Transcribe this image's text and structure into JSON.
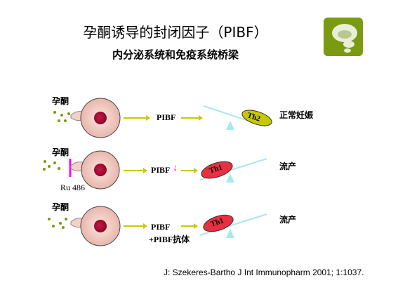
{
  "title": "孕酮诱导的封闭因子（PIBF）",
  "subtitle": "内分泌系统和免疫系统桥梁",
  "rows": [
    {
      "hormone": "孕酮",
      "factor": "PIBF",
      "cell": "Th2",
      "outcome": "正常妊娠"
    },
    {
      "hormone": "孕酮",
      "blocker": "Ru 486",
      "factor": "PIBF",
      "factor_arrow": "↓",
      "cell": "Th1",
      "outcome": "流产"
    },
    {
      "hormone": "孕酮",
      "factor": "PIBF",
      "factor_line2": "+PIBF抗体",
      "cell": "Th1",
      "outcome": "流产"
    }
  ],
  "reference": "J: Szekeres-Bartho J Int Immunopharm 2001; 1:1037.",
  "colors": {
    "cell_body": "#f5d0c8",
    "nucleus": "#b0103a",
    "arrow": "#c8c800",
    "beam": "#a8e8f0",
    "th2": "#c8c800",
    "th1": "#e83040",
    "blocker": "#ff00ff",
    "logo": "#7a9a12"
  }
}
